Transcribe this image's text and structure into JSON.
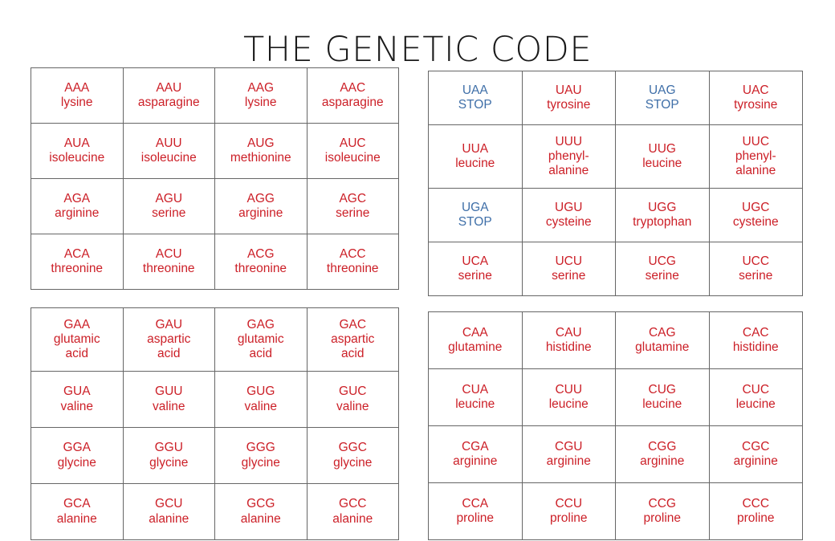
{
  "title": "THE GENETIC CODE",
  "colors": {
    "amino_acid_red": "#cc2028",
    "stop_blue": "#3f6fa8",
    "border_gray": "#666666",
    "title_black": "#1a1a1a",
    "background": "#ffffff"
  },
  "tables": {
    "a_codons": {
      "name": "A-family codon table",
      "rows": [
        [
          {
            "codon": "AAA",
            "amino": "lysine",
            "stop": false
          },
          {
            "codon": "AAU",
            "amino": "asparagine",
            "stop": false
          },
          {
            "codon": "AAG",
            "amino": "lysine",
            "stop": false
          },
          {
            "codon": "AAC",
            "amino": "asparagine",
            "stop": false
          }
        ],
        [
          {
            "codon": "AUA",
            "amino": "isoleucine",
            "stop": false
          },
          {
            "codon": "AUU",
            "amino": "isoleucine",
            "stop": false
          },
          {
            "codon": "AUG",
            "amino": "methionine",
            "stop": false
          },
          {
            "codon": "AUC",
            "amino": "isoleucine",
            "stop": false
          }
        ],
        [
          {
            "codon": "AGA",
            "amino": "arginine",
            "stop": false
          },
          {
            "codon": "AGU",
            "amino": "serine",
            "stop": false
          },
          {
            "codon": "AGG",
            "amino": "arginine",
            "stop": false
          },
          {
            "codon": "AGC",
            "amino": "serine",
            "stop": false
          }
        ],
        [
          {
            "codon": "ACA",
            "amino": "threonine",
            "stop": false
          },
          {
            "codon": "ACU",
            "amino": "threonine",
            "stop": false
          },
          {
            "codon": "ACG",
            "amino": "threonine",
            "stop": false
          },
          {
            "codon": "ACC",
            "amino": "threonine",
            "stop": false
          }
        ]
      ]
    },
    "u_codons": {
      "name": "U-family codon table",
      "rows": [
        [
          {
            "codon": "UAA",
            "amino": "STOP",
            "stop": true
          },
          {
            "codon": "UAU",
            "amino": "tyrosine",
            "stop": false
          },
          {
            "codon": "UAG",
            "amino": "STOP",
            "stop": true
          },
          {
            "codon": "UAC",
            "amino": "tyrosine",
            "stop": false
          }
        ],
        [
          {
            "codon": "UUA",
            "amino": "leucine",
            "stop": false
          },
          {
            "codon": "UUU",
            "amino": "phenyl-\nalanine",
            "stop": false
          },
          {
            "codon": "UUG",
            "amino": "leucine",
            "stop": false
          },
          {
            "codon": "UUC",
            "amino": "phenyl-\nalanine",
            "stop": false
          }
        ],
        [
          {
            "codon": "UGA",
            "amino": "STOP",
            "stop": true
          },
          {
            "codon": "UGU",
            "amino": "cysteine",
            "stop": false
          },
          {
            "codon": "UGG",
            "amino": "tryptophan",
            "stop": false
          },
          {
            "codon": "UGC",
            "amino": "cysteine",
            "stop": false
          }
        ],
        [
          {
            "codon": "UCA",
            "amino": "serine",
            "stop": false
          },
          {
            "codon": "UCU",
            "amino": "serine",
            "stop": false
          },
          {
            "codon": "UCG",
            "amino": "serine",
            "stop": false
          },
          {
            "codon": "UCC",
            "amino": "serine",
            "stop": false
          }
        ]
      ]
    },
    "g_codons": {
      "name": "G-family codon table",
      "rows": [
        [
          {
            "codon": "GAA",
            "amino": "glutamic\nacid",
            "stop": false
          },
          {
            "codon": "GAU",
            "amino": "aspartic\nacid",
            "stop": false
          },
          {
            "codon": "GAG",
            "amino": "glutamic\nacid",
            "stop": false
          },
          {
            "codon": "GAC",
            "amino": "aspartic\nacid",
            "stop": false
          }
        ],
        [
          {
            "codon": "GUA",
            "amino": "valine",
            "stop": false
          },
          {
            "codon": "GUU",
            "amino": "valine",
            "stop": false
          },
          {
            "codon": "GUG",
            "amino": "valine",
            "stop": false
          },
          {
            "codon": "GUC",
            "amino": "valine",
            "stop": false
          }
        ],
        [
          {
            "codon": "GGA",
            "amino": "glycine",
            "stop": false
          },
          {
            "codon": "GGU",
            "amino": "glycine",
            "stop": false
          },
          {
            "codon": "GGG",
            "amino": "glycine",
            "stop": false
          },
          {
            "codon": "GGC",
            "amino": "glycine",
            "stop": false
          }
        ],
        [
          {
            "codon": "GCA",
            "amino": "alanine",
            "stop": false
          },
          {
            "codon": "GCU",
            "amino": "alanine",
            "stop": false
          },
          {
            "codon": "GCG",
            "amino": "alanine",
            "stop": false
          },
          {
            "codon": "GCC",
            "amino": "alanine",
            "stop": false
          }
        ]
      ]
    },
    "c_codons": {
      "name": "C-family codon table",
      "rows": [
        [
          {
            "codon": "CAA",
            "amino": "glutamine",
            "stop": false
          },
          {
            "codon": "CAU",
            "amino": "histidine",
            "stop": false
          },
          {
            "codon": "CAG",
            "amino": "glutamine",
            "stop": false
          },
          {
            "codon": "CAC",
            "amino": "histidine",
            "stop": false
          }
        ],
        [
          {
            "codon": "CUA",
            "amino": "leucine",
            "stop": false
          },
          {
            "codon": "CUU",
            "amino": "leucine",
            "stop": false
          },
          {
            "codon": "CUG",
            "amino": "leucine",
            "stop": false
          },
          {
            "codon": "CUC",
            "amino": "leucine",
            "stop": false
          }
        ],
        [
          {
            "codon": "CGA",
            "amino": "arginine",
            "stop": false
          },
          {
            "codon": "CGU",
            "amino": "arginine",
            "stop": false
          },
          {
            "codon": "CGG",
            "amino": "arginine",
            "stop": false
          },
          {
            "codon": "CGC",
            "amino": "arginine",
            "stop": false
          }
        ],
        [
          {
            "codon": "CCA",
            "amino": "proline",
            "stop": false
          },
          {
            "codon": "CCU",
            "amino": "proline",
            "stop": false
          },
          {
            "codon": "CCG",
            "amino": "proline",
            "stop": false
          },
          {
            "codon": "CCC",
            "amino": "proline",
            "stop": false
          }
        ]
      ]
    }
  }
}
